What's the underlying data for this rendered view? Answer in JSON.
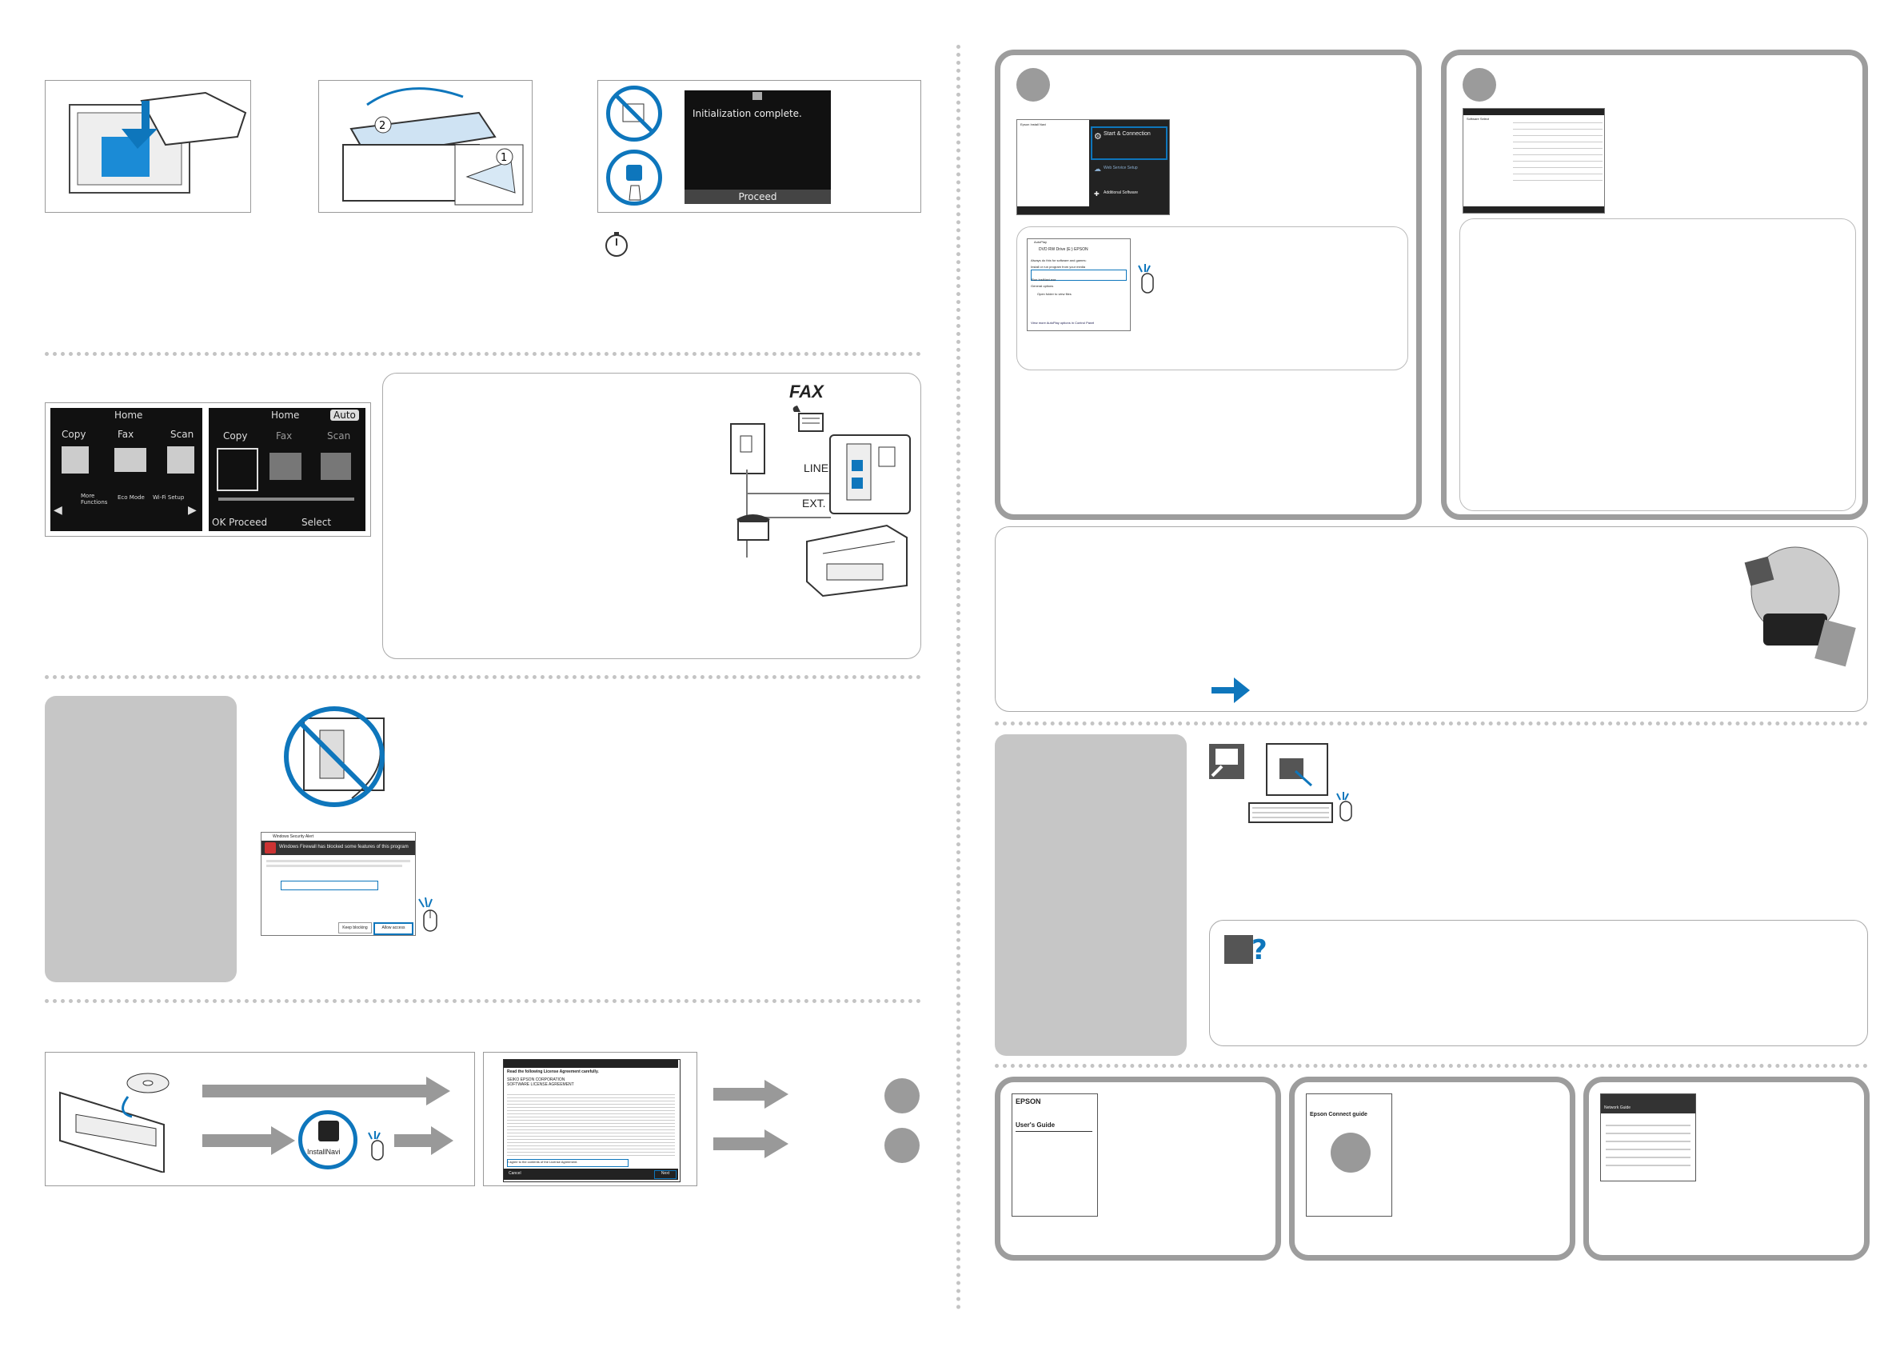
{
  "lcd": {
    "init_message": "Initialization complete.",
    "proceed_label": "Proceed"
  },
  "home_screen_left": {
    "title": "Home",
    "items": [
      "Copy",
      "Fax",
      "Scan"
    ],
    "bottom_items": [
      "More\nFunctions",
      "Eco Mode",
      "Wi-Fi Setup"
    ]
  },
  "home_screen_right": {
    "title": "Home",
    "auto_badge": "Auto",
    "items": [
      "Copy",
      "Fax",
      "Scan"
    ],
    "ok_proceed": "OK Proceed",
    "select": "Select"
  },
  "fax_diagram": {
    "fax_label": "FAX",
    "line_label": "LINE",
    "ext_label": "EXT."
  },
  "firewall_dialog": {
    "title": "Windows Security Alert",
    "headline": "Windows Firewall has blocked some features of this program",
    "button_allow": "Allow access",
    "button_cancel": "Keep blocking"
  },
  "installnavi": {
    "label": "InstallNavi"
  },
  "license_window": {
    "heading": "Read the following License Agreement carefully.",
    "subheading": "SEIKO EPSON CORPORATION\nSOFTWARE LICENSE AGREEMENT",
    "agree_label": "I agree to the contents of the License Agreement.",
    "cancel_label": "Cancel",
    "next_label": "Next"
  },
  "install_window_a": {
    "title": "Epson Install Navi",
    "option1": "Start & Connection",
    "option2": "Web Service Setup",
    "option3": "Additional Software"
  },
  "autoplay_window": {
    "title": "AutoPlay",
    "drive": "DVD RW Drive (E:) EPSON",
    "line1": "Always do this for software and games:",
    "line2": "Install or run program from your media",
    "run_item": "Run InstNavi.exe",
    "general": "General options",
    "open_folder": "Open folder to view files",
    "control_panel": "View more AutoPlay options in Control Panel"
  },
  "install_window_b": {
    "title": "Software Select"
  },
  "manuals": {
    "users_guide_brand": "EPSON",
    "users_guide_title": "User's Guide",
    "connect_title": "Epson Connect guide",
    "network_title": "Network Guide"
  },
  "colors": {
    "blue": "#0e76bc",
    "gray_arrow": "#999999",
    "frame_gray": "#9d9d9d"
  }
}
